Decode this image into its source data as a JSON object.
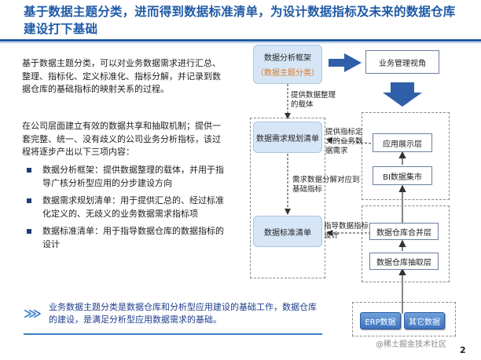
{
  "title": "基于数据主题分类，进而得到数据标准清单，为设计数据指标及未来的数据仓库建设打下基础",
  "intro": "基于数据主题分类，可以对业务数据需求进行汇总、整理、指标化、定义标准化、指标分解，并记录到数据仓库的基础指标的映射关系的过程。",
  "intro2": "在公司层面建立有效的数据共享和抽取机制；提供一套完整、统一、没有歧义的公司业务分析指标，该过程将逐步产出以下三项内容：",
  "bullets": [
    "数据分析框架：提供数据整理的载体，并用于指导广核分析型应用的分步建设方向",
    "数据需求规划清单：用于提供汇总的、经过标准化定义的、无歧义的业务数据需求指标项",
    "数据标准清单：用于指导数据仓库的数据指标的设计"
  ],
  "callout": "业务数据主题分类是数据仓库和分析型应用建设的基础工作，数据仓库的建设，是满足分析型应用数据需求的基础。",
  "diagram": {
    "framework_line1": "数据分析框架",
    "framework_line2": "（数据主题分类）",
    "business_view": "业务管理视角",
    "note1": "提供数据整理的载体",
    "requirement_list": "数据需求规划清单",
    "note2": "提供指标定义的业务数据需求",
    "note3": "需求数据分解对应到基础指标",
    "standard_list": "数据标准清单",
    "note4": "指导数据指标设计",
    "app_layer": "应用展示层",
    "bi_mart": "BI数据集市",
    "dw_merge": "数据仓库合并层",
    "dw_extract": "数据仓库抽取层",
    "erp": "ERP数据",
    "other": "其它数据"
  },
  "footer": "@稀土掘金技术社区",
  "page": "2",
  "colors": {
    "title": "#1f5aa6",
    "accent_orange": "#e07a22",
    "callout_text": "#1f3c8c"
  }
}
